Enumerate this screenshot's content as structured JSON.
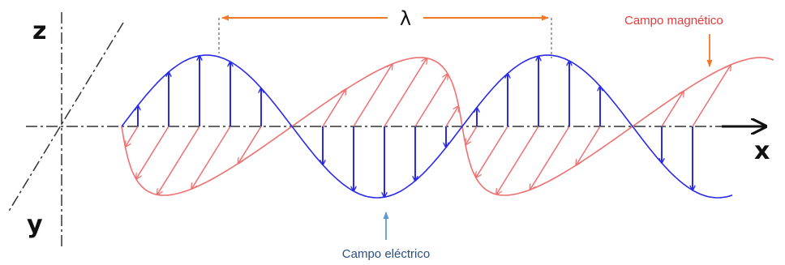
{
  "labels": {
    "z_axis": "z",
    "y_axis": "y",
    "x_axis": "x",
    "wavelength": "λ",
    "magnetic_field": "Campo magnético",
    "electric_field": "Campo eléctrico"
  },
  "colors": {
    "electric": "#2a2ae8",
    "magnetic": "#f07070",
    "wavelength_marker": "#f07a2a",
    "magnetic_label": "#e83a3a",
    "electric_label": "#2f4f7f",
    "electric_pointer": "#5b9bd5",
    "axis": "#333333"
  }
}
